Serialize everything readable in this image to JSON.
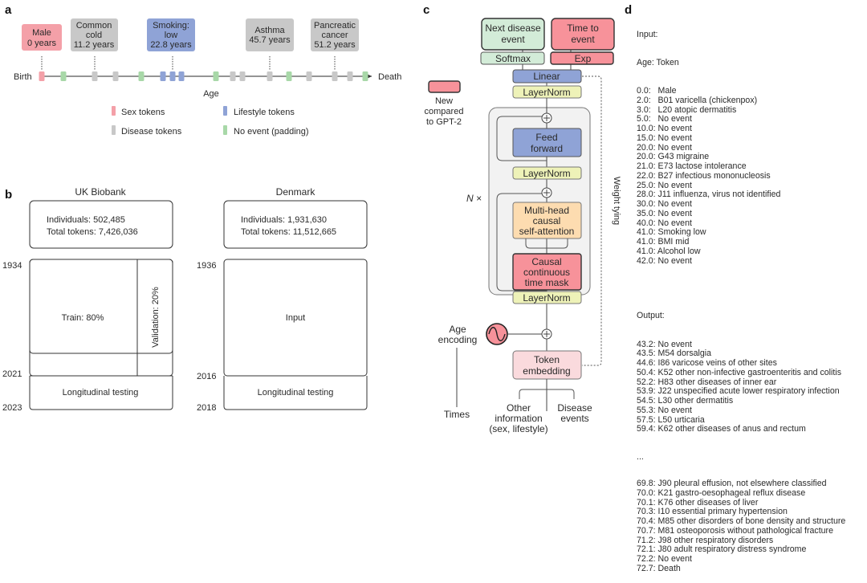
{
  "colors": {
    "sex": "#f4a0a8",
    "disease": "#c8c8c8",
    "lifestyle": "#8fa3d6",
    "no_event": "#a8d8a8",
    "new_component": "#f7929a",
    "softmax": "#d3ecd8",
    "linear": "#8fa3d6",
    "layernorm": "#eef2b8",
    "attention": "#fddcb0",
    "token_embedding": "#fadadd",
    "block_bg": "#f2f2f2"
  },
  "panel_a": {
    "label": "a",
    "timeline": {
      "start_label": "Birth",
      "end_label": "Death",
      "axis_label": "Age",
      "tokens": [
        "sex",
        "no_event",
        "disease",
        "disease",
        "no_event",
        "lifestyle",
        "lifestyle",
        "lifestyle",
        "no_event",
        "disease",
        "disease",
        "disease",
        "no_event",
        "disease",
        "disease",
        "disease",
        "no_event"
      ]
    },
    "callouts": [
      {
        "line1": "Male",
        "line2": "0 years",
        "line3": "",
        "type": "sex"
      },
      {
        "line1": "Common",
        "line2": "cold",
        "line3": "11.2 years",
        "type": "disease"
      },
      {
        "line1": "Smoking:",
        "line2": "low",
        "line3": "22.8 years",
        "type": "lifestyle"
      },
      {
        "line1": "Asthma",
        "line2": "45.7 years",
        "line3": "",
        "type": "disease"
      },
      {
        "line1": "Pancreatic",
        "line2": "cancer",
        "line3": "51.2 years",
        "type": "disease"
      }
    ],
    "legend": [
      {
        "label": "Sex tokens",
        "type": "sex"
      },
      {
        "label": "Lifestyle tokens",
        "type": "lifestyle"
      },
      {
        "label": "Disease tokens",
        "type": "disease"
      },
      {
        "label": "No event (padding)",
        "type": "no_event"
      }
    ]
  },
  "panel_b": {
    "label": "b",
    "uk": {
      "title": "UK Biobank",
      "individuals": "Individuals: 502,485",
      "tokens": "Total tokens: 7,426,036",
      "year_start": "1934",
      "year_split": "2021",
      "year_end": "2023",
      "train": "Train: 80%",
      "validation": "Validation: 20%",
      "testing": "Longitudinal testing"
    },
    "dk": {
      "title": "Denmark",
      "individuals": "Individuals: 1,931,630",
      "tokens": "Total tokens: 11,512,665",
      "year_start": "1936",
      "year_split": "2016",
      "year_end": "2018",
      "input": "Input",
      "testing": "Longitudinal testing"
    }
  },
  "panel_c": {
    "label": "c",
    "next_disease": [
      "Next disease",
      "event"
    ],
    "time_to_event": [
      "Time to",
      "event"
    ],
    "softmax": "Softmax",
    "exp": "Exp",
    "linear": "Linear",
    "layernorm": "LayerNorm",
    "feed_forward": [
      "Feed",
      "forward"
    ],
    "attention": [
      "Multi-head",
      "causal",
      "self-attention"
    ],
    "time_mask": [
      "Causal",
      "continuous",
      "time mask"
    ],
    "token_embedding": [
      "Token",
      "embedding"
    ],
    "n_times": "N ×",
    "weight_tying": "Weight tying",
    "legend_new": [
      "New",
      "compared",
      "to GPT-2"
    ],
    "age_encoding": [
      "Age",
      "encoding"
    ],
    "times": "Times",
    "other_info": [
      "Other",
      "information",
      "(sex, lifestyle)"
    ],
    "disease_events": [
      "Disease",
      "events"
    ]
  },
  "panel_d": {
    "label": "d",
    "input_header": "Input:",
    "column_header": "Age: Token",
    "input_rows": [
      "0.0:   Male",
      "2.0:   B01 varicella (chickenpox)",
      "3.0:   L20 atopic dermatitis",
      "5.0:   No event",
      "10.0: No event",
      "15.0: No event",
      "20.0: No event",
      "20.0: G43 migraine",
      "21.0: E73 lactose intolerance",
      "22.0: B27 infectious mononucleosis",
      "25.0: No event",
      "28.0: J11 influenza, virus not identified",
      "30.0: No event",
      "35.0: No event",
      "40.0: No event",
      "41.0: Smoking low",
      "41.0: BMI mid",
      "41.0: Alcohol low",
      "42.0: No event"
    ],
    "output_header": "Output:",
    "output_rows_a": [
      "43.2: No event",
      "43.5: M54 dorsalgia",
      "44.6: I86 varicose veins of other sites",
      "50.4: K52 other non-infective gastroenteritis and colitis",
      "52.2: H83 other diseases of inner ear",
      "53.9: J22 unspecified acute lower respiratory infection",
      "54.5: L30 other dermatitis",
      "55.3: No event",
      "57.5: L50 urticaria",
      "59.4: K62 other diseases of anus and rectum"
    ],
    "ellipsis": "...",
    "output_rows_b": [
      "69.8: J90 pleural effusion, not elsewhere classified",
      "70.0: K21 gastro-oesophageal reflux disease",
      "70.1: K76 other diseases of liver",
      "70.3: I10 essential primary hypertension",
      "70.4: M85 other disorders of bone density and structure",
      "70.7: M81 osteoporosis without pathological fracture",
      "71.2: J98 other respiratory disorders",
      "72.1: J80 adult respiratory distress syndrome",
      "72.2: No event",
      "72.7: Death"
    ]
  }
}
